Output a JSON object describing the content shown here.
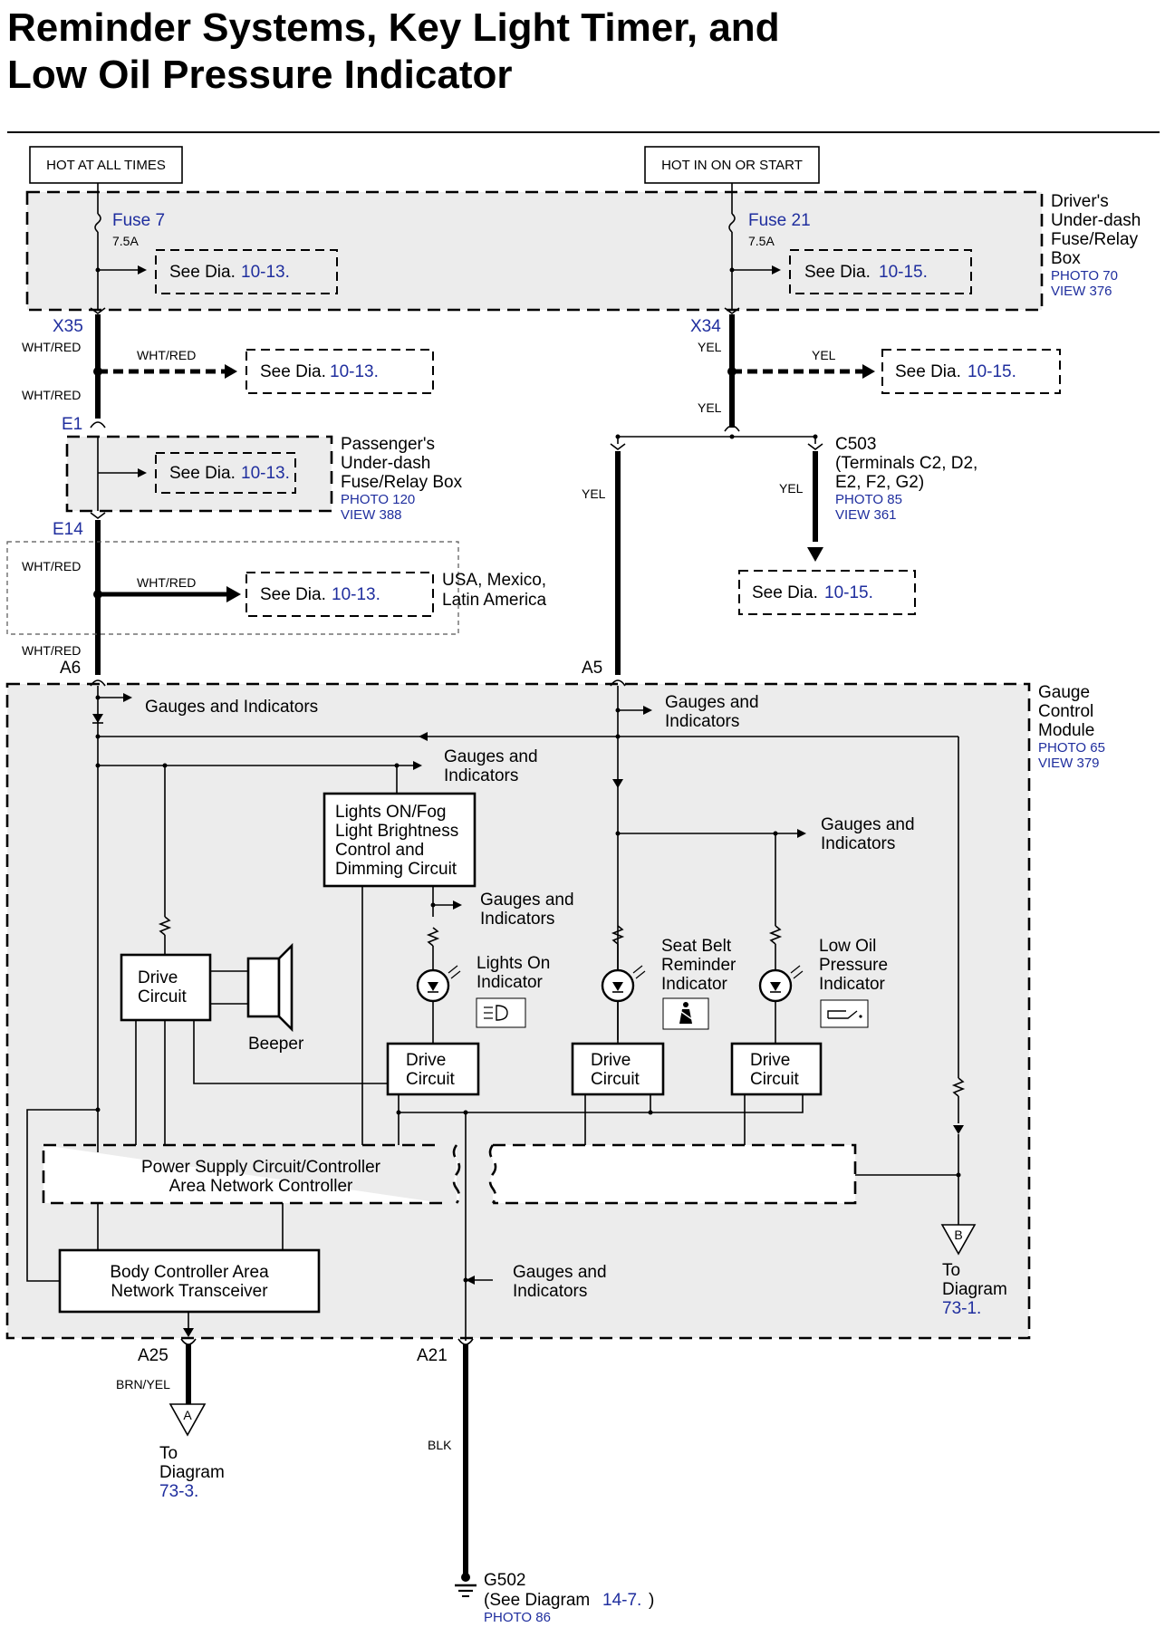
{
  "title": {
    "line1": "Reminder Systems, Key Light Timer, and",
    "line2": "Low Oil Pressure Indicator"
  },
  "power": {
    "hot_left": "HOT AT ALL TIMES",
    "hot_right": "HOT IN ON OR START"
  },
  "drivers_box": {
    "label_lines": [
      "Driver's",
      "Under-dash",
      "Fuse/Relay",
      "Box"
    ],
    "photo": "PHOTO 70",
    "view": "VIEW 376",
    "fuse7": "Fuse 7",
    "fuse7_amp": "7.5A",
    "fuse21": "Fuse 21",
    "fuse21_amp": "7.5A",
    "see_left": "See Dia.",
    "see_left_ref": "10-13.",
    "see_right": "See Dia.",
    "see_right_ref": "10-15."
  },
  "connectors": {
    "x35": "X35",
    "x34": "X34",
    "e1": "E1",
    "e14": "E14",
    "a6": "A6",
    "a5": "A5",
    "a25": "A25",
    "a21": "A21"
  },
  "wires": {
    "wht_red": "WHT/RED",
    "yel": "YEL",
    "brn_yel": "BRN/YEL",
    "blk": "BLK"
  },
  "see_dia": {
    "text": "See Dia.",
    "ref_1013": "10-13.",
    "ref_1015": "10-15."
  },
  "passengers_box": {
    "label_lines": [
      "Passenger's",
      "Under-dash",
      "Fuse/Relay Box"
    ],
    "photo": "PHOTO 120",
    "view": "VIEW 388"
  },
  "usa_region": {
    "lines": [
      "USA, Mexico,",
      "Latin America"
    ]
  },
  "c503": {
    "lines": [
      "C503",
      "(Terminals C2, D2,",
      "E2, F2, G2)"
    ],
    "photo": "PHOTO 85",
    "view": "VIEW 361"
  },
  "gauge_module": {
    "label_lines": [
      "Gauge",
      "Control",
      "Module"
    ],
    "photo": "PHOTO 65",
    "view": "VIEW 379",
    "gauges_one_line": "Gauges and Indicators",
    "gauges_line1": "Gauges and",
    "gauges_line2": "Indicators",
    "lights_on_fog": [
      "Lights ON/Fog",
      "Light Brightness",
      "Control and",
      "Dimming Circuit"
    ],
    "drive_circuit": [
      "Drive",
      "Circuit"
    ],
    "beeper": "Beeper",
    "lights_on_indicator": [
      "Lights On",
      "Indicator"
    ],
    "seat_belt": [
      "Seat Belt",
      "Reminder",
      "Indicator"
    ],
    "low_oil": [
      "Low Oil",
      "Pressure",
      "Indicator"
    ],
    "power_supply": [
      "Power Supply Circuit/Controller",
      "Area Network Controller"
    ],
    "body_controller": [
      "Body Controller Area",
      "Network Transceiver"
    ]
  },
  "offpage": {
    "a_letter": "A",
    "b_letter": "B",
    "to": "To",
    "diagram": "Diagram",
    "a_ref": "73-3.",
    "b_ref": "73-1."
  },
  "ground": {
    "name": "G502",
    "see_prefix": "(See Diagram ",
    "see_ref": "14-7.",
    "see_suffix": ")",
    "photo": "PHOTO 86"
  }
}
